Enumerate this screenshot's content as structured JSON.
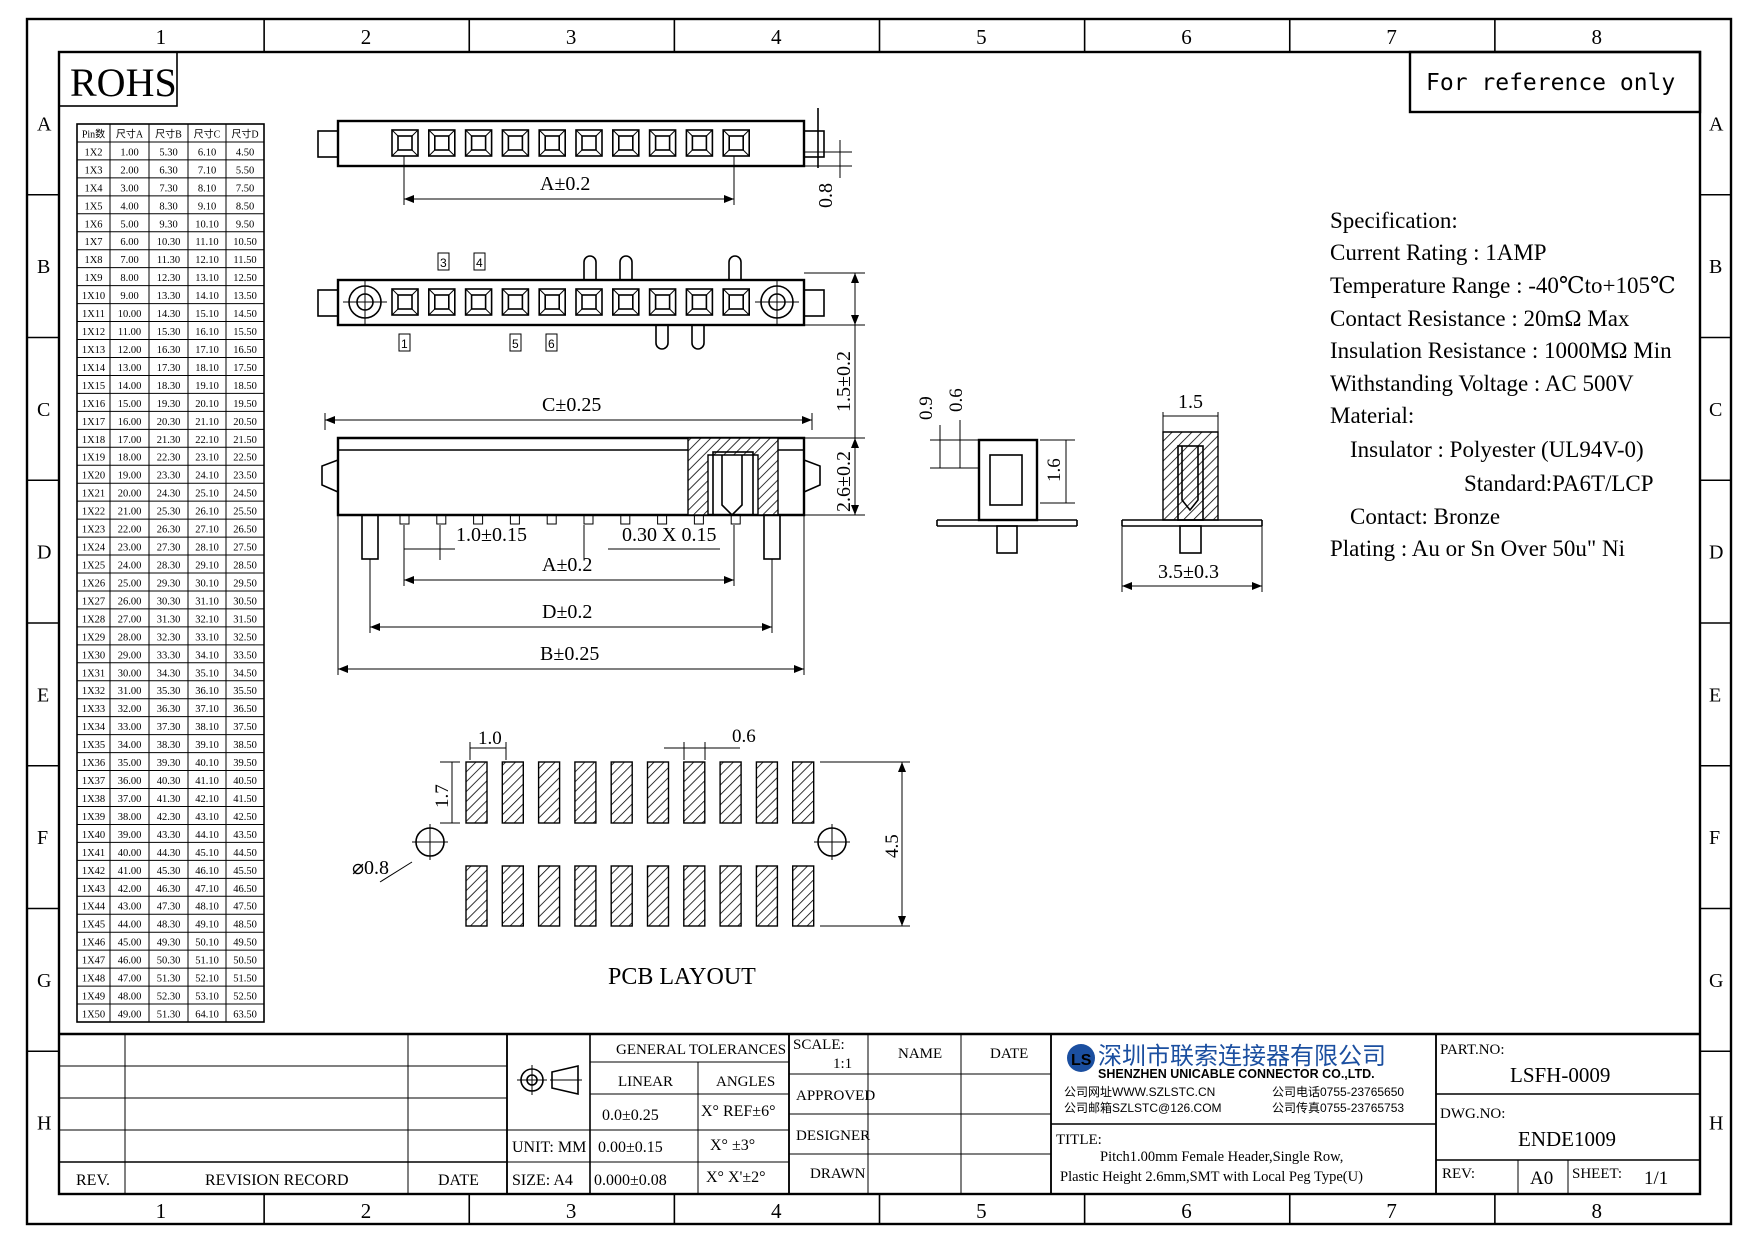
{
  "frame": {
    "columns": [
      "1",
      "2",
      "3",
      "4",
      "5",
      "6",
      "7",
      "8"
    ],
    "rows": [
      "A",
      "B",
      "C",
      "D",
      "E",
      "F",
      "G",
      "H"
    ]
  },
  "rohs": "ROHS",
  "reference_note": "For reference only",
  "pin_table": {
    "headers": [
      "Pin数",
      "尺寸A",
      "尺寸B",
      "尺寸C",
      "尺寸D"
    ],
    "rows": [
      [
        "1X2",
        "1.00",
        "5.30",
        "6.10",
        "4.50"
      ],
      [
        "1X3",
        "2.00",
        "6.30",
        "7.10",
        "5.50"
      ],
      [
        "1X4",
        "3.00",
        "7.30",
        "8.10",
        "7.50"
      ],
      [
        "1X5",
        "4.00",
        "8.30",
        "9.10",
        "8.50"
      ],
      [
        "1X6",
        "5.00",
        "9.30",
        "10.10",
        "9.50"
      ],
      [
        "1X7",
        "6.00",
        "10.30",
        "11.10",
        "10.50"
      ],
      [
        "1X8",
        "7.00",
        "11.30",
        "12.10",
        "11.50"
      ],
      [
        "1X9",
        "8.00",
        "12.30",
        "13.10",
        "12.50"
      ],
      [
        "1X10",
        "9.00",
        "13.30",
        "14.10",
        "13.50"
      ],
      [
        "1X11",
        "10.00",
        "14.30",
        "15.10",
        "14.50"
      ],
      [
        "1X12",
        "11.00",
        "15.30",
        "16.10",
        "15.50"
      ],
      [
        "1X13",
        "12.00",
        "16.30",
        "17.10",
        "16.50"
      ],
      [
        "1X14",
        "13.00",
        "17.30",
        "18.10",
        "17.50"
      ],
      [
        "1X15",
        "14.00",
        "18.30",
        "19.10",
        "18.50"
      ],
      [
        "1X16",
        "15.00",
        "19.30",
        "20.10",
        "19.50"
      ],
      [
        "1X17",
        "16.00",
        "20.30",
        "21.10",
        "20.50"
      ],
      [
        "1X18",
        "17.00",
        "21.30",
        "22.10",
        "21.50"
      ],
      [
        "1X19",
        "18.00",
        "22.30",
        "23.10",
        "22.50"
      ],
      [
        "1X20",
        "19.00",
        "23.30",
        "24.10",
        "23.50"
      ],
      [
        "1X21",
        "20.00",
        "24.30",
        "25.10",
        "24.50"
      ],
      [
        "1X22",
        "21.00",
        "25.30",
        "26.10",
        "25.50"
      ],
      [
        "1X23",
        "22.00",
        "26.30",
        "27.10",
        "26.50"
      ],
      [
        "1X24",
        "23.00",
        "27.30",
        "28.10",
        "27.50"
      ],
      [
        "1X25",
        "24.00",
        "28.30",
        "29.10",
        "28.50"
      ],
      [
        "1X26",
        "25.00",
        "29.30",
        "30.10",
        "29.50"
      ],
      [
        "1X27",
        "26.00",
        "30.30",
        "31.10",
        "30.50"
      ],
      [
        "1X28",
        "27.00",
        "31.30",
        "32.10",
        "31.50"
      ],
      [
        "1X29",
        "28.00",
        "32.30",
        "33.10",
        "32.50"
      ],
      [
        "1X30",
        "29.00",
        "33.30",
        "34.10",
        "33.50"
      ],
      [
        "1X31",
        "30.00",
        "34.30",
        "35.10",
        "34.50"
      ],
      [
        "1X32",
        "31.00",
        "35.30",
        "36.10",
        "35.50"
      ],
      [
        "1X33",
        "32.00",
        "36.30",
        "37.10",
        "36.50"
      ],
      [
        "1X34",
        "33.00",
        "37.30",
        "38.10",
        "37.50"
      ],
      [
        "1X35",
        "34.00",
        "38.30",
        "39.10",
        "38.50"
      ],
      [
        "1X36",
        "35.00",
        "39.30",
        "40.10",
        "39.50"
      ],
      [
        "1X37",
        "36.00",
        "40.30",
        "41.10",
        "40.50"
      ],
      [
        "1X38",
        "37.00",
        "41.30",
        "42.10",
        "41.50"
      ],
      [
        "1X39",
        "38.00",
        "42.30",
        "43.10",
        "42.50"
      ],
      [
        "1X40",
        "39.00",
        "43.30",
        "44.10",
        "43.50"
      ],
      [
        "1X41",
        "40.00",
        "44.30",
        "45.10",
        "44.50"
      ],
      [
        "1X42",
        "41.00",
        "45.30",
        "46.10",
        "45.50"
      ],
      [
        "1X43",
        "42.00",
        "46.30",
        "47.10",
        "46.50"
      ],
      [
        "1X44",
        "43.00",
        "47.30",
        "48.10",
        "47.50"
      ],
      [
        "1X45",
        "44.00",
        "48.30",
        "49.10",
        "48.50"
      ],
      [
        "1X46",
        "45.00",
        "49.30",
        "50.10",
        "49.50"
      ],
      [
        "1X47",
        "46.00",
        "50.30",
        "51.10",
        "50.50"
      ],
      [
        "1X48",
        "47.00",
        "51.30",
        "52.10",
        "51.50"
      ],
      [
        "1X49",
        "48.00",
        "52.30",
        "53.10",
        "52.50"
      ],
      [
        "1X50",
        "49.00",
        "51.30",
        "64.10",
        "63.50"
      ]
    ]
  },
  "dims": {
    "a_top": "A±0.2",
    "d_08": "0.8",
    "c_025": "C±0.25",
    "h_15": "1.5±0.2",
    "h_26": "2.6±0.2",
    "pitch": "1.0±0.15",
    "pin_size": "0.30 X 0.15",
    "a_mid": "A±0.2",
    "d_02": "D±0.2",
    "b_025": "B±0.25",
    "side_09": "0.9",
    "side_06": "0.6",
    "side_16": "1.6",
    "end_15": "1.5",
    "end_35": "3.5±0.3",
    "pcb_10": "1.0",
    "pcb_06": "0.6",
    "pcb_17": "1.7",
    "pcb_45": "4.5",
    "pcb_hole": "⌀0.8"
  },
  "pin_labels": [
    "3",
    "4",
    "1",
    "5",
    "6"
  ],
  "pcb_title": "PCB LAYOUT",
  "spec": {
    "lines": [
      "Specification:",
      "Current Rating : 1AMP",
      "Temperature Range : -40℃to+105℃",
      "Contact Resistance : 20mΩ Max",
      "Insulation Resistance : 1000MΩ Min",
      "Withstanding Voltage : AC 500V",
      "Material:",
      "Insulator : Polyester (UL94V-0)",
      "Standard:PA6T/LCP",
      "Contact: Bronze",
      "Plating : Au or Sn Over 50u\" Ni"
    ]
  },
  "title_block": {
    "rev_header": "REV.",
    "revision_record": "REVISION RECORD",
    "date_header": "DATE",
    "unit": "UNIT: MM",
    "size": "SIZE: A4",
    "general_tolerances": "GENERAL TOLERANCES",
    "linear": "LINEAR",
    "angles": "ANGLES",
    "lin1": "0.0±0.25",
    "lin2": "0.00±0.15",
    "lin3": "0.000±0.08",
    "ang1": "X° REF±6°",
    "ang2": "X° ±3°",
    "ang3": "X° X'±2°",
    "scale_label": "SCALE:",
    "scale_value": "1:1",
    "name": "NAME",
    "date": "DATE",
    "approved": "APPROVED",
    "designer": "DESIGNER",
    "drawn": "DRAWN",
    "company_cn": "深圳市联索连接器有限公司",
    "company_en": "SHENZHEN UNICABLE CONNECTOR CO.,LTD.",
    "web": "公司网址WWW.SZLSTC.CN",
    "email": "公司邮箱SZLSTC@126.COM",
    "tel": "公司电话0755-23765650",
    "fax": "公司传真0755-23765753",
    "title_label": "TITLE:",
    "title_line1": "Pitch1.00mm Female Header,Single Row,",
    "title_line2": "Plastic Height 2.6mm,SMT with Local Peg Type(U)",
    "part_label": "PART.NO:",
    "part_no": "LSFH-0009",
    "dwg_label": "DWG.NO:",
    "dwg_no": "ENDE1009",
    "rev_label": "REV:",
    "rev_value": "A0",
    "sheet_label": "SHEET:",
    "sheet_value": "1/1"
  },
  "colors": {
    "logo_blue": "#1b4fa0"
  }
}
